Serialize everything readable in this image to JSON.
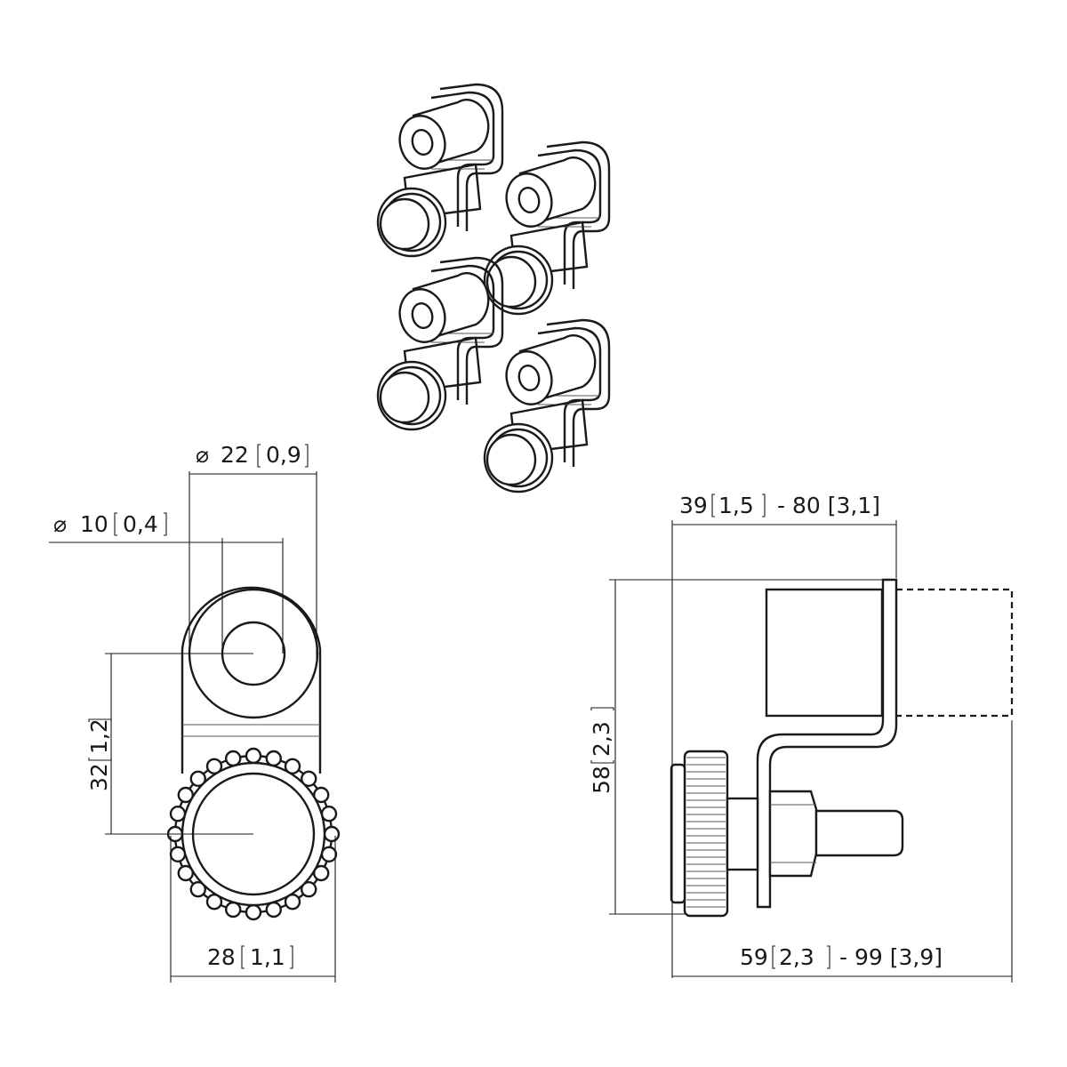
{
  "dimensions": {
    "outer_diameter": {
      "symbol": "⌀",
      "value": "22",
      "bracket": "0,9"
    },
    "inner_diameter": {
      "symbol": "⌀",
      "value": "10",
      "bracket": "0,4"
    },
    "center_distance": {
      "value": "32",
      "bracket": "1,2"
    },
    "knob_width": {
      "value": "28",
      "bracket": "1,1"
    },
    "total_height": {
      "value": "58",
      "bracket": "2,3"
    },
    "top_range": {
      "value": "39",
      "bracket": "1,5",
      "suffix": "- 80 [3,1]"
    },
    "bottom_range": {
      "value": "59",
      "bracket": "2,3",
      "suffix": "- 99 [3,9]"
    }
  },
  "colors": {
    "line": "#1a1a1a",
    "background": "#ffffff"
  }
}
